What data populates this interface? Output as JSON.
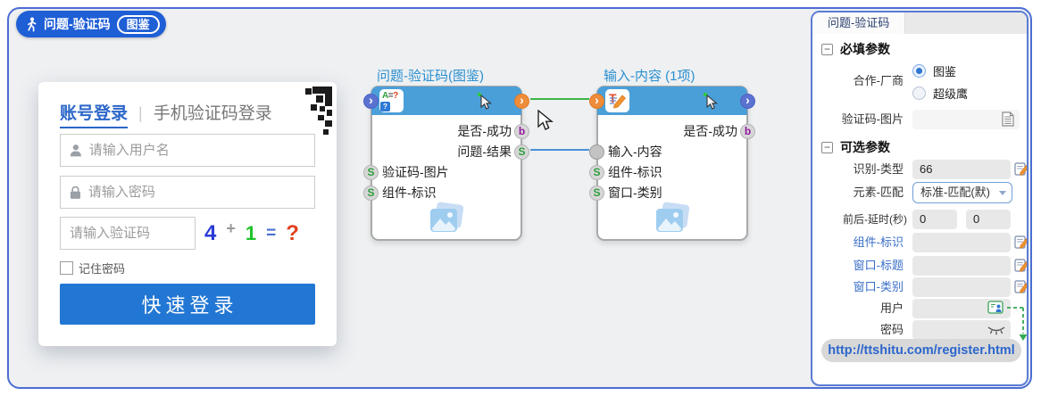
{
  "badge": {
    "title": "问题-验证码",
    "tag": "图鉴"
  },
  "login": {
    "tab_active": "账号登录",
    "separator": "|",
    "tab_inactive": "手机验证码登录",
    "username_placeholder": "请输入用户名",
    "password_placeholder": "请输入密码",
    "captcha_placeholder": "请输入验证码",
    "captcha_expr": {
      "operand1": "4",
      "operator": "+",
      "operand2": "1",
      "equals": "=",
      "answer": "?"
    },
    "remember_label": "记住密码",
    "login_button": "快速登录"
  },
  "flow": {
    "node1": {
      "title": "问题-验证码(图鉴)",
      "outputs": [
        {
          "label": "是否-成功",
          "port": "b"
        },
        {
          "label": "问题-结果",
          "port": "S"
        }
      ],
      "inputs": [
        {
          "label": "验证码-图片",
          "port": "S"
        },
        {
          "label": "组件-标识",
          "port": "S"
        }
      ]
    },
    "node2": {
      "title": "输入-内容 (1项)",
      "outputs": [
        {
          "label": "是否-成功",
          "port": "b"
        }
      ],
      "inputs": [
        {
          "label": "输入-内容",
          "port": ""
        },
        {
          "label": "组件-标识",
          "port": "S"
        },
        {
          "label": "窗口-类别",
          "port": "S"
        }
      ]
    },
    "chip1_expr": {
      "a": "A",
      "eq": "=",
      "q": "?",
      "qbox": "?"
    },
    "chip2_letter": "T"
  },
  "panel": {
    "tab": "问题-验证码",
    "collapse_glyph": "−",
    "required_section": "必填参数",
    "optional_section": "可选参数",
    "vendor_label": "合作-厂商",
    "vendor_options": [
      {
        "label": "图鉴",
        "selected": true
      },
      {
        "label": "超级鹰",
        "selected": false
      }
    ],
    "captcha_image_label": "验证码-图片",
    "recognize_type_label": "识别-类型",
    "recognize_type_value": "66",
    "element_match_label": "元素-匹配",
    "element_match_value": "标准-匹配(默)",
    "delay_label": "前后-延时(秒)",
    "delay_value1": "0",
    "delay_value2": "0",
    "component_id_label": "组件-标识",
    "window_title_label": "窗口-标题",
    "window_class_label": "窗口-类别",
    "user_label": "用户",
    "password_label": "密码",
    "register_url": "http://ttshitu.com/register.html"
  },
  "colors": {
    "accent_blue": "#1f5fd6",
    "node_header_blue": "#4b9fd8",
    "green_connection": "#3cb54a",
    "blue_connection": "#4a90d9",
    "port_s_green": "#2f9e3f",
    "port_b_purple": "#93189e",
    "port_orange": "#ef8c3a",
    "login_button_blue": "#2277d4"
  }
}
